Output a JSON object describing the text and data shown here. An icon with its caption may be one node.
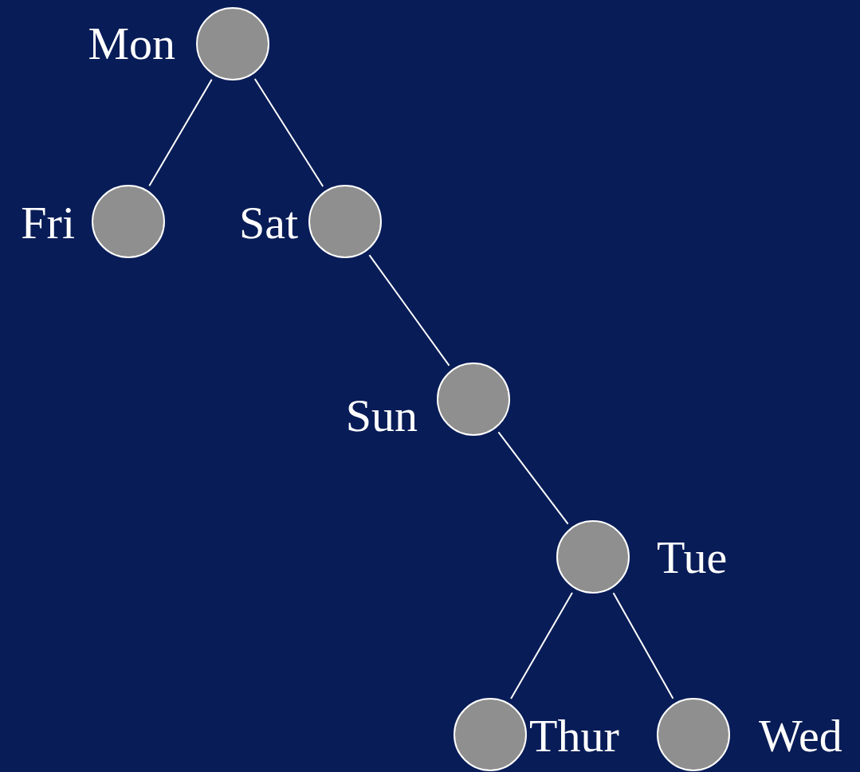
{
  "diagram": {
    "nodes": [
      {
        "text": [],
        "shape": "circle",
        "beside": [
          "Mon"
        ]
      },
      {
        "text": [],
        "shape": "circle",
        "beside": [
          "Fri"
        ]
      },
      {
        "text": [],
        "shape": "circle",
        "beside": [
          "Sat"
        ]
      },
      {
        "text": [],
        "shape": "circle",
        "beside": [
          "Sun"
        ]
      },
      {
        "text": [],
        "shape": "circle",
        "beside": [
          "Tue"
        ]
      },
      {
        "text": [],
        "shape": "circle",
        "beside": [
          "Thur"
        ]
      },
      {
        "text": [],
        "shape": "circle",
        "beside": [
          "Wed"
        ]
      }
    ],
    "edges": [
      {
        "from": 0,
        "to": 1,
        "arrow": "none"
      },
      {
        "from": 0,
        "to": 2,
        "arrow": "none"
      },
      {
        "from": 2,
        "to": 3,
        "arrow": "none"
      },
      {
        "from": 3,
        "to": 4,
        "arrow": "none"
      },
      {
        "from": 4,
        "to": 5,
        "arrow": "none"
      },
      {
        "from": 4,
        "to": 6,
        "arrow": "none"
      }
    ]
  }
}
